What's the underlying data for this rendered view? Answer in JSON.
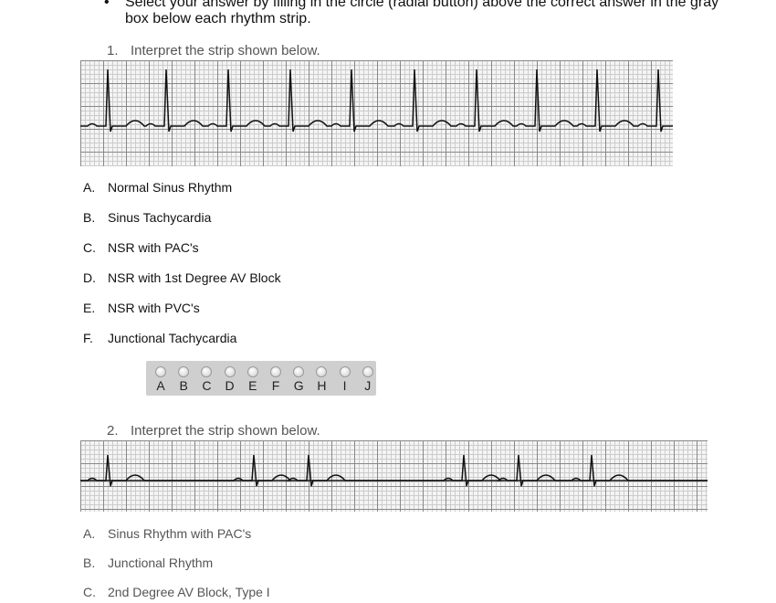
{
  "instructions": {
    "bullet": "•",
    "line1": "Select your answer by filling in the circle (radial button) above the correct answer in the gray",
    "line2": "box below each rhythm strip."
  },
  "q1": {
    "number": "1.",
    "prompt": "Interpret the strip shown below.",
    "options": [
      {
        "letter": "A.",
        "text": "Normal Sinus Rhythm"
      },
      {
        "letter": "B.",
        "text": "Sinus Tachycardia"
      },
      {
        "letter": "C.",
        "text": "NSR with PAC's"
      },
      {
        "letter": "D.",
        "text": "NSR with 1st Degree AV Block"
      },
      {
        "letter": "E.",
        "text": "NSR with PVC's"
      },
      {
        "letter": "F.",
        "text": "Junctional Tachycardia"
      }
    ],
    "radio_labels": [
      "A",
      "B",
      "C",
      "D",
      "E",
      "F",
      "G",
      "H",
      "I",
      "J"
    ],
    "selected": null
  },
  "q2": {
    "number": "2.",
    "prompt": "Interpret the strip shown below.",
    "options": [
      {
        "letter": "A.",
        "text": "Sinus Rhythm with PAC's"
      },
      {
        "letter": "B.",
        "text": "Junctional Rhythm"
      },
      {
        "letter": "C.",
        "text": "2nd Degree AV Block, Type I"
      }
    ]
  }
}
